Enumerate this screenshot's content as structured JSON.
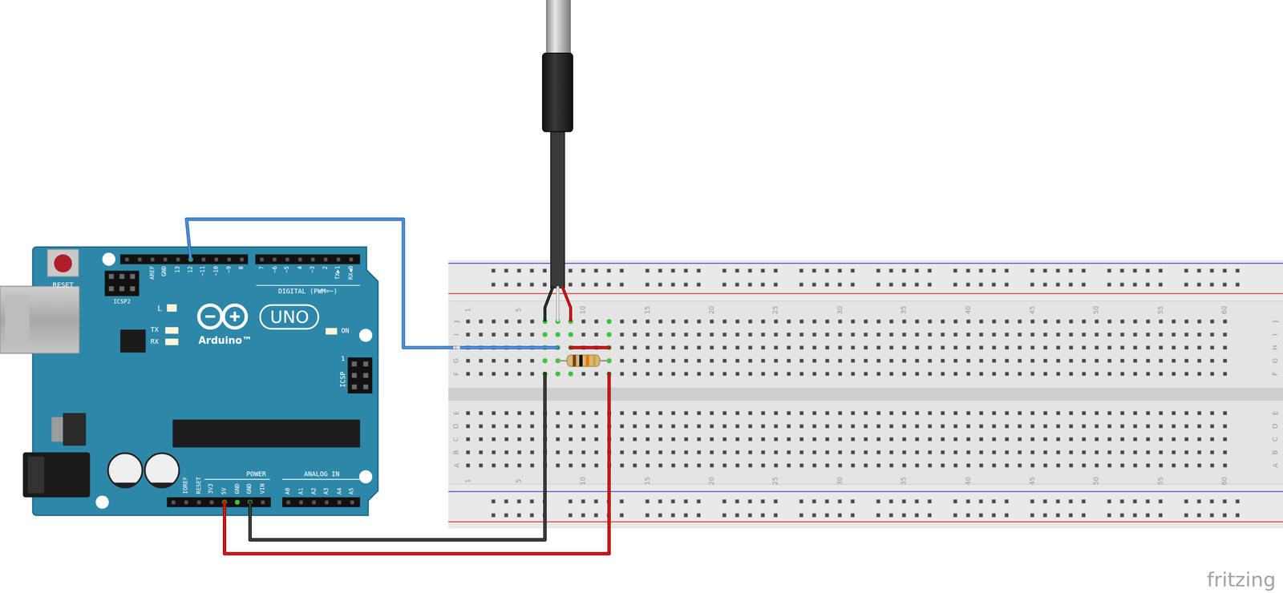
{
  "diagram": {
    "labels": [
      "RESET",
      "ICSP2",
      "AREF",
      "GND",
      "13",
      "12",
      "~11",
      "~10",
      "~9",
      "8",
      "7",
      "~6",
      "~5",
      "4",
      "~3",
      "2",
      "TX▶1",
      "RX◀0",
      "DIGITAL (PWM=~)",
      "L",
      "TX",
      "RX",
      "UNO",
      "Arduino™",
      "ON",
      "1",
      "ICSP",
      "IOREF",
      "RESET",
      "3V3",
      "5V",
      "GND",
      "GND",
      "VIN",
      "POWER",
      "ANALOG IN",
      "A0",
      "A1",
      "A2",
      "A3",
      "A4",
      "A5",
      "1",
      "5",
      "10",
      "15",
      "20",
      "25",
      "30",
      "35",
      "40",
      "45",
      "50",
      "55",
      "60",
      "1",
      "5",
      "10",
      "15",
      "20",
      "25",
      "30",
      "35",
      "40",
      "45",
      "50",
      "55",
      "60",
      "J",
      "I",
      "H",
      "G",
      "F",
      "E",
      "D",
      "C",
      "B",
      "A",
      "J",
      "I",
      "H",
      "G",
      "F",
      "E",
      "D",
      "C",
      "B",
      "A",
      "fritzing"
    ]
  }
}
